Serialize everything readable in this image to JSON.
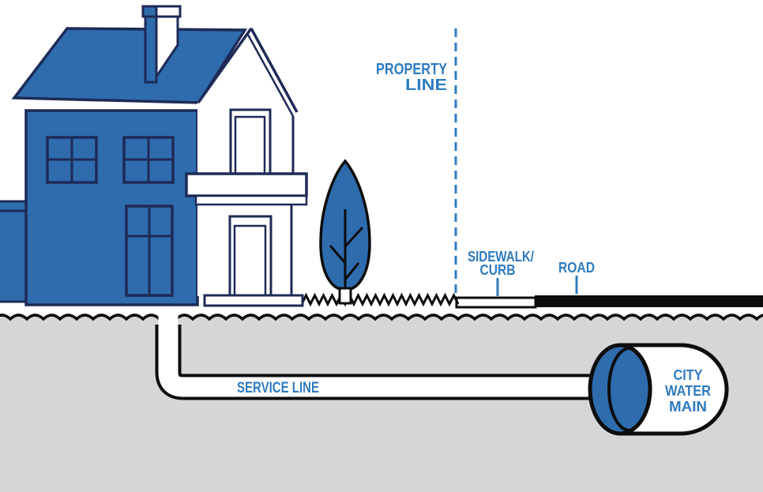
{
  "labels": {
    "property_line": {
      "line1": "PROPERTY",
      "line2": "LINE"
    },
    "sidewalk_curb": {
      "line1": "SIDEWALK/",
      "line2": "CURB"
    },
    "road": "ROAD",
    "service_line": "SERVICE LINE",
    "city_water_main": {
      "line1": "CITY",
      "line2": "WATER",
      "line3": "MAIN"
    }
  },
  "colors": {
    "house_blue": "#2E6CAE",
    "outline_navy": "#1E2A56",
    "label_blue": "#2F7BBF",
    "underground_gray": "#D6D6D6",
    "ink_black": "#0D0D0D",
    "white": "#FFFFFF"
  }
}
